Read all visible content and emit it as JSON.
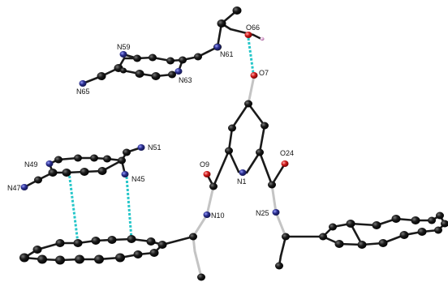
{
  "labels": {
    "O66": "O66",
    "O7": "O7",
    "N59": "N59",
    "N61": "N61",
    "N63": "N63",
    "N65": "N65",
    "N51": "N51",
    "N49": "N49",
    "N47": "N47",
    "N45": "N45",
    "O9": "O9",
    "N1": "N1",
    "O24": "O24",
    "N10": "N10",
    "N25": "N25"
  },
  "colors": {
    "carbon": "#111111",
    "nitrogen": "#2b2f8f",
    "oxygen": "#d11a1a",
    "hydrogen": "#d9a0cf",
    "bond": "#1a1a1a",
    "hbond": "#25c6c9"
  }
}
